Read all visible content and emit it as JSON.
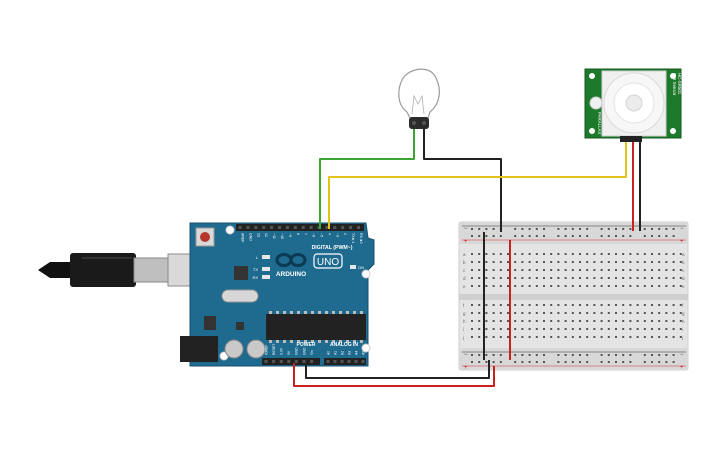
{
  "arduino": {
    "brand": "ARDUINO",
    "model": "UNO",
    "digital_label": "DIGITAL (PWM~)",
    "power_label": "POWER",
    "analog_label": "ANALOG IN",
    "led_labels": [
      "L",
      "TX",
      "RX"
    ],
    "on_label": "ON",
    "digital_pins": [
      "AREF",
      "GND",
      "13",
      "12",
      "~11",
      "~10",
      "~9",
      "8",
      "7",
      "~6",
      "~5",
      "4",
      "~3",
      "2",
      "TX►1",
      "RX◄0"
    ],
    "power_pins": [
      "IOREF",
      "RESET",
      "3.3V",
      "5V",
      "GND",
      "GND",
      "Vin"
    ],
    "analog_pins": [
      "A0",
      "A1",
      "A2",
      "A3",
      "A4",
      "A5"
    ],
    "brand_color": "#1f6a8f",
    "logo_color": "#0b3a53"
  },
  "pir_sensor": {
    "side_text_left": "PIR Sensor",
    "side_text_right": "HC-SR501",
    "side_text_bottom": "PARALLAX",
    "board_color": "#1d7a2b"
  },
  "breadboard": {
    "row_letters_top": [
      "a",
      "b",
      "c",
      "d",
      "e"
    ],
    "row_letters_bottom": [
      "f",
      "g",
      "h",
      "i",
      "j"
    ],
    "rail_plus": "+",
    "rail_minus": "−"
  },
  "wire_colors": {
    "black": "#222222",
    "red": "#cc1f1f",
    "green": "#3aa631",
    "yellow": "#e3c318"
  },
  "icons": {
    "usb": "usb-cable-icon",
    "bulb": "light-bulb-icon"
  }
}
